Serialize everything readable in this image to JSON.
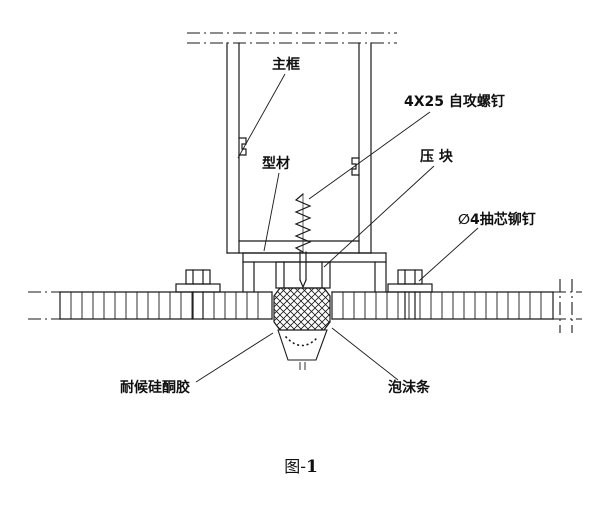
{
  "figure": {
    "caption_prefix": "图-",
    "caption_number": "1",
    "labels": {
      "main_frame": "主框",
      "profile": "型材",
      "self_tapping_screw": "4X25 自攻螺钉",
      "pressure_block": "压  块",
      "blind_rivet": "∅4抽芯铆钉",
      "weatherproof_silicone": "耐候硅酮胶",
      "foam_strip": "泡沫条"
    },
    "colors": {
      "line": "#1a1a1a",
      "background": "#ffffff"
    }
  }
}
